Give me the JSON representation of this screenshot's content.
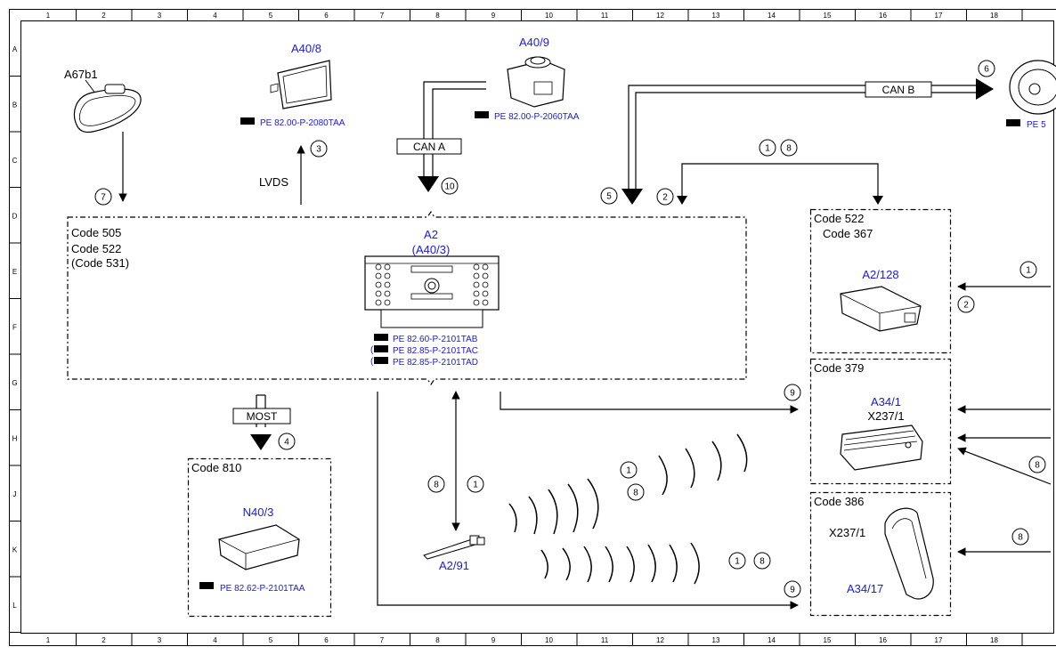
{
  "grid": {
    "columns": [
      "1",
      "2",
      "3",
      "4",
      "5",
      "6",
      "7",
      "8",
      "9",
      "10",
      "11",
      "12",
      "13",
      "14",
      "15",
      "16",
      "17",
      "18"
    ],
    "rows": [
      "A",
      "B",
      "C",
      "D",
      "E",
      "F",
      "G",
      "H",
      "J",
      "K",
      "L"
    ]
  },
  "components": {
    "mirror": {
      "id": "A67b1"
    },
    "display": {
      "id": "A40/8",
      "ref": "PE 82.00-P-2080TAA"
    },
    "camera": {
      "id": "A40/9",
      "ref": "PE 82.00-P-2060TAA"
    },
    "ignition": {
      "ref": "PE 5"
    },
    "head_unit": {
      "id": "A2",
      "id_alt": "(A40/3)",
      "codes": [
        "Code 505",
        "Code 522",
        "(Code 531)"
      ],
      "refs": [
        "PE 82.60-P-2101TAB",
        "PE 82.85-P-2101TAC",
        "PE 82.85-P-2101TAD"
      ],
      "ref_prefix": [
        "",
        "(",
        "("
      ]
    },
    "box_522": {
      "codes": [
        "Code 522",
        "Code 367"
      ],
      "id": "A2/128"
    },
    "box_379": {
      "code": "Code 379",
      "id": "A34/1",
      "sub_id": "X237/1"
    },
    "box_386": {
      "code": "Code 386",
      "sub_id": "X237/1",
      "id": "A34/17"
    },
    "box_810": {
      "code": "Code 810",
      "id": "N40/3",
      "ref": "PE 82.62-P-2101TAA"
    },
    "antenna": {
      "id": "A2/91"
    }
  },
  "buses": {
    "lvds": "LVDS",
    "can_a": "CAN A",
    "can_b": "CAN B",
    "most": "MOST"
  },
  "markers": [
    "7",
    "3",
    "10",
    "5",
    "2",
    "1",
    "8",
    "6",
    "1",
    "2",
    "9",
    "4",
    "8",
    "1",
    "1",
    "8",
    "1",
    "8",
    "9",
    "8",
    "8"
  ],
  "colors": {
    "line": "#000000",
    "component_label": "#1a1adc"
  }
}
